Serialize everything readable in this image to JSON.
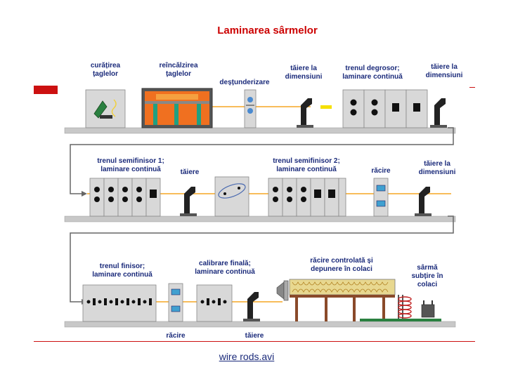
{
  "title": "Laminarea sârmelor",
  "link": "wire rods.avi",
  "diagram": {
    "row1": {
      "curatirea": [
        "curățirea",
        "țaglelor"
      ],
      "reincalzirea": [
        "reîncălzirea",
        "țaglelor"
      ],
      "destunderizare": "deșțunderizare",
      "taiere1": [
        "tăiere la",
        "dimensiuni"
      ],
      "degrosor": [
        "trenul degrosor;",
        "laminare continuă"
      ],
      "taiere2": [
        "tăiere la",
        "dimensiuni"
      ]
    },
    "row2": {
      "semifinisor1": [
        "trenul semifinisor 1;",
        "laminare continuă"
      ],
      "taiere": "tăiere",
      "semifinisor2": [
        "trenul semifinisor 2;",
        "laminare continuă"
      ],
      "racire": "răcire",
      "taiere3": [
        "tăiere la",
        "dimensiuni"
      ]
    },
    "row3": {
      "finisor": [
        "trenul finisor;",
        "laminare continuă"
      ],
      "calibrare": [
        "calibrare finală;",
        "laminare continuă"
      ],
      "racire_controlata": [
        "răcire controlată și",
        "depunere în colaci"
      ],
      "sarma": [
        "sârmă",
        "subțire în",
        "colaci"
      ],
      "racire_bottom": "răcire",
      "taiere_bottom": "tăiere"
    }
  },
  "colors": {
    "title": "#cc0000",
    "accent_red": "#cc1010",
    "link": "#1a2a7a",
    "wire": "#f5a623",
    "panel": "#d8d8d8",
    "furnace": "#f07020"
  }
}
